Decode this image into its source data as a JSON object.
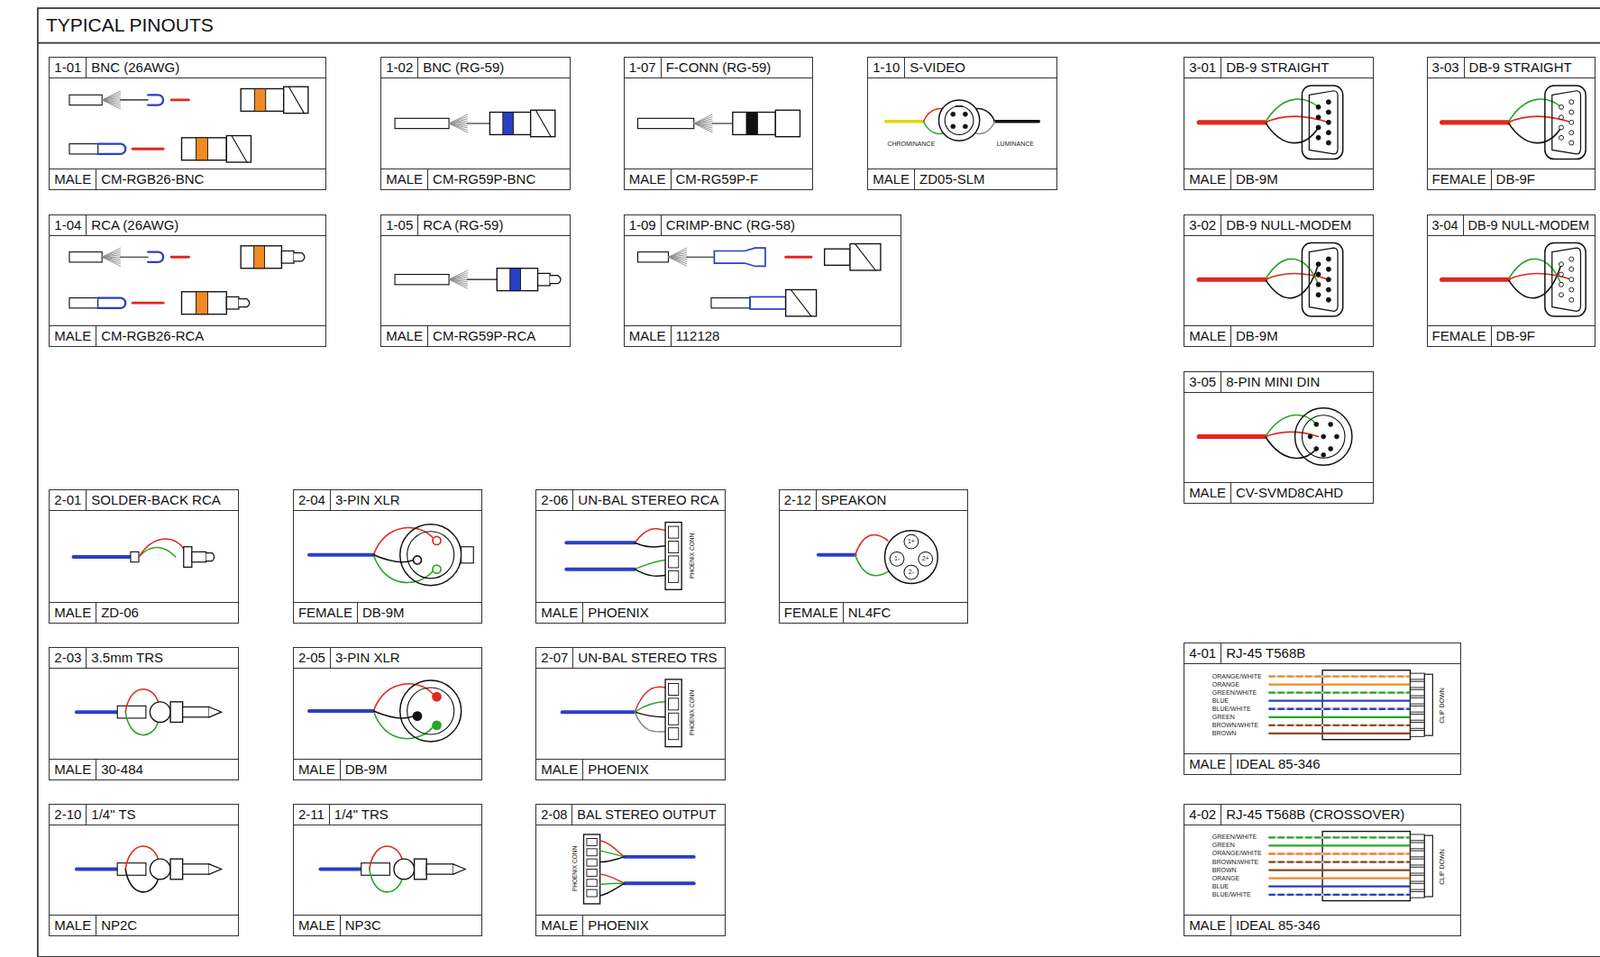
{
  "diagram": {
    "title": "TYPICAL PINOUTS",
    "nodes": [
      {
        "text": [
          "1-01",
          "BNC (26AWG)",
          "MALE",
          "CM-RGB26-BNC"
        ]
      },
      {
        "text": [
          "1-02",
          "BNC (RG-59)",
          "MALE",
          "CM-RG59P-BNC"
        ]
      },
      {
        "text": [
          "1-07",
          "F-CONN (RG-59)",
          "MALE",
          "CM-RG59P-F"
        ]
      },
      {
        "text": [
          "1-10",
          "S-VIDEO",
          "MALE",
          "ZD05-SLM"
        ]
      },
      {
        "text": [
          "3-01",
          "DB-9 STRAIGHT",
          "MALE",
          "DB-9M"
        ]
      },
      {
        "text": [
          "3-03",
          "DB-9 STRAIGHT",
          "FEMALE",
          "DB-9F"
        ]
      },
      {
        "text": [
          "1-04",
          "RCA (26AWG)",
          "MALE",
          "CM-RGB26-RCA"
        ]
      },
      {
        "text": [
          "1-05",
          "RCA (RG-59)",
          "MALE",
          "CM-RG59P-RCA"
        ]
      },
      {
        "text": [
          "1-09",
          "CRIMP-BNC (RG-58)",
          "MALE",
          "112128"
        ]
      },
      {
        "text": [
          "3-02",
          "DB-9 NULL-MODEM",
          "MALE",
          "DB-9M"
        ]
      },
      {
        "text": [
          "3-04",
          "DB-9 NULL-MODEM",
          "FEMALE",
          "DB-9F"
        ]
      },
      {
        "text": [
          "3-05",
          "8-PIN MINI DIN",
          "MALE",
          "CV-SVMD8CAHD"
        ]
      },
      {
        "text": [
          "2-01",
          "SOLDER-BACK RCA",
          "MALE",
          "ZD-06"
        ]
      },
      {
        "text": [
          "2-04",
          "3-PIN XLR",
          "FEMALE",
          "DB-9M"
        ]
      },
      {
        "text": [
          "2-06",
          "UN-BAL STEREO RCA",
          "MALE",
          "PHOENIX"
        ]
      },
      {
        "text": [
          "2-12",
          "SPEAKON",
          "FEMALE",
          "NL4FC"
        ]
      },
      {
        "text": [
          "2-03",
          "3.5mm TRS",
          "MALE",
          "30-484"
        ]
      },
      {
        "text": [
          "2-05",
          "3-PIN XLR",
          "MALE",
          "DB-9M"
        ]
      },
      {
        "text": [
          "2-07",
          "UN-BAL STEREO TRS",
          "MALE",
          "PHOENIX"
        ]
      },
      {
        "text": [
          "4-01",
          "RJ-45 T568B",
          "MALE",
          "IDEAL 85-346"
        ]
      },
      {
        "text": [
          "2-10",
          "1/4\" TS",
          "MALE",
          "NP2C"
        ]
      },
      {
        "text": [
          "2-11",
          "1/4\" TRS",
          "MALE",
          "NP3C"
        ]
      },
      {
        "text": [
          "2-08",
          "BAL STEREO OUTPUT",
          "MALE",
          "PHOENIX"
        ]
      },
      {
        "text": [
          "4-02",
          "RJ-45 T568B (CROSSOVER)",
          "MALE",
          "IDEAL 85-346"
        ]
      }
    ],
    "labels": [
      "CHROMINANCE",
      "LUMINANCE",
      "1+",
      "1-",
      "2+",
      "2-",
      "PHOENIX CONN",
      "PHOENIX CONN",
      "PHOENIX CONN",
      "ORANGE/WHITE",
      "ORANGE",
      "GREEN/WHITE",
      "BLUE",
      "BLUE/WHITE",
      "GREEN",
      "BROWN/WHITE",
      "BROWN",
      "CLIP DOWN",
      "GREEN/WHITE",
      "GREEN",
      "ORANGE/WHITE",
      "BROWN/WHITE",
      "BROWN",
      "ORANGE",
      "BLUE",
      "BLUE/WHITE",
      "CLIP DOWN"
    ]
  }
}
